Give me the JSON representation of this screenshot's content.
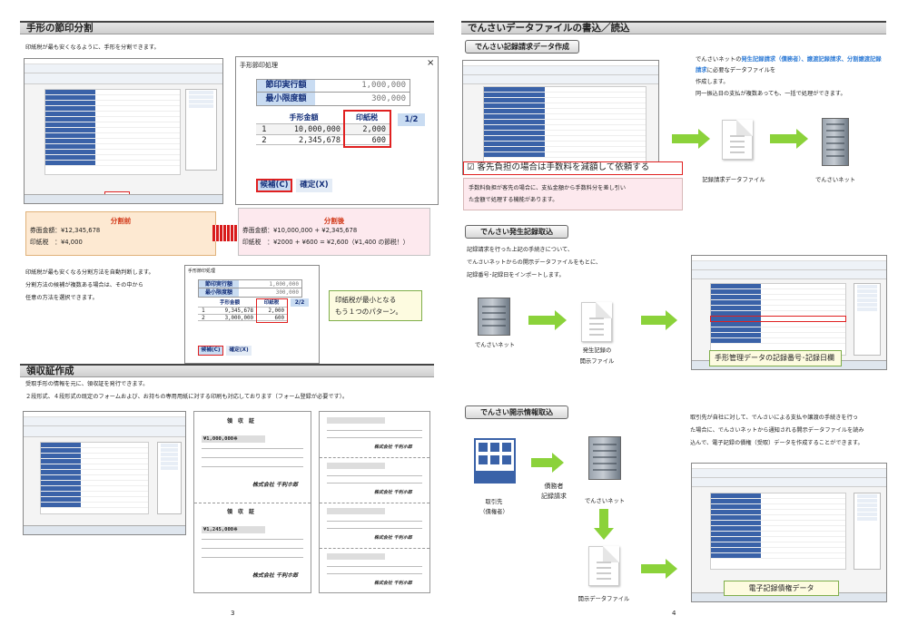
{
  "left": {
    "section1": {
      "title": "手形の節印分割",
      "desc": "印紙税が最も安くなるように、手形を分割できます。"
    },
    "dialog1": {
      "title": "手形節印処理",
      "close": "×",
      "label1": "節印実行額",
      "value1": "1,000,000",
      "label2": "最小限度額",
      "value2": "300,000",
      "col_amount": "手形金額",
      "col_tax": "印紙税",
      "rows": [
        {
          "n": "1",
          "amount": "10,000,000",
          "tax": "2,000"
        },
        {
          "n": "2",
          "amount": "2,345,678",
          "tax": "600"
        }
      ],
      "page": "1/2",
      "btn1": "候補(C)",
      "btn2": "確定(X)"
    },
    "before": {
      "title": "分割前",
      "line1": "券面金額：¥12,345,678",
      "line2": "印紙税　：¥4,000"
    },
    "after": {
      "title": "分割後",
      "line1": "券面金額：¥10,000,000 + ¥2,345,678",
      "line2": "印紙税　：¥2000 + ¥600 = ¥2,600（¥1,400 の節税！）"
    },
    "auto": {
      "l1": "印紙税が最も安くなる分割方法を自動判断します。",
      "l2": "分割方法の候補が複数ある場合は、その中から",
      "l3": "任意の方法を選択できます。"
    },
    "dialog2": {
      "title": "手形節印処理",
      "label1": "節印実行額",
      "value1": "1,000,000",
      "label2": "最小限度額",
      "value2": "300,000",
      "col_amount": "手形金額",
      "col_tax": "印紙税",
      "rows": [
        {
          "n": "1",
          "amount": "9,345,678",
          "tax": "2,000"
        },
        {
          "n": "2",
          "amount": "3,000,000",
          "tax": "600"
        }
      ],
      "page": "2/2",
      "btn1": "候補(C)",
      "btn2": "確定(X)"
    },
    "callout": {
      "l1": "印紙税が最小となる",
      "l2": "もう１つのパターン。"
    },
    "section2": {
      "title": "領収証作成",
      "desc1": "受取手形の情報を元に、領収証を発行できます。",
      "desc2": "２段形式、４段形式の既定のフォームおよび、お持ちの専用用紙に対する印刷も対応しております（フォーム登録が必要です）。"
    },
    "receipt": {
      "heading": "領　収　証",
      "amt1": "¥1,000,000※",
      "amt2": "¥1,245,000※",
      "company": "株式会社 千利ホ郎"
    },
    "page_no": "3"
  },
  "right": {
    "section1": {
      "title": "でんさいデータファイルの書込／読込"
    },
    "sub1": {
      "label": "でんさい記録請求データ作成"
    },
    "desc1": {
      "pre": "でんさいネットの",
      "hl": "発生記録請求（債務者）、譲渡記録請求、分割譲渡記録請求",
      "post": "に必要なデータファイルを",
      "l3": "作成します。",
      "l4": "同一振込日の支払が複数あっても、一括で処理ができます。"
    },
    "checkbox": {
      "label": "☑ 客先負担の場合は手数料を減額して依頼する"
    },
    "note": {
      "l1": "手数料負担が客先の場合に、支払金額から手数料分を差し引い",
      "l2": "た金額で処理する機能があります。"
    },
    "flow1": {
      "doc": "記録請求データファイル",
      "net": "でんさいネット"
    },
    "sub2": {
      "label": "でんさい発生記録取込"
    },
    "desc2": {
      "l1": "記録請求を行った上記の手続きについて、",
      "l2": "でんさいネットからの開示データファイルをもとに、",
      "l3": "記録番号･記録日をインポートします。"
    },
    "flow2": {
      "net": "でんさいネット",
      "doc1": "発生記録の",
      "doc2": "開示ファイル"
    },
    "callout2": "手形管理データの記録番号･記録日欄",
    "sub3": {
      "label": "でんさい開示情報取込"
    },
    "desc3": {
      "l1": "取引先が自社に対して、でんさいによる支払や譲渡の手続きを行っ",
      "l2": "た場合に、でんさいネットから通知される開示データファイルを読み",
      "l3": "込んで、電子記録の債権（受取）データを作成することができます。"
    },
    "flow3": {
      "partner1": "取引先",
      "partner2": "（債権者）",
      "req1": "債務者",
      "req2": "記録請求",
      "net": "でんさいネット",
      "file": "開示データファイル"
    },
    "callout3": "電子記録債権データ",
    "page_no": "4"
  },
  "colors": {
    "accent_red": "#e02020",
    "bar_blue": "#3a62a8",
    "green": "#8bd23a",
    "highlight": "#2e7bd6",
    "before_bg": "#fde9d2",
    "after_bg": "#fde9ee"
  }
}
